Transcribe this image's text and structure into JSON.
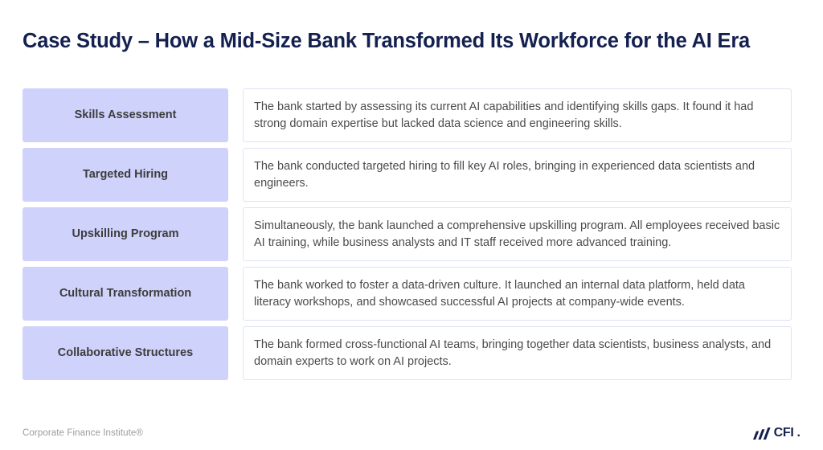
{
  "title": "Case Study – How a Mid-Size Bank Transformed Its Workforce for the AI Era",
  "colors": {
    "title_navy": "#14204F",
    "label_bg": "#CFD2FA",
    "label_text": "#3D3D3D",
    "body_text": "#4B4B4B",
    "body_border": "#DFE2F6",
    "footer_text": "#9B9B9B",
    "page_bg": "#FFFFFF"
  },
  "rows": [
    {
      "label": "Skills Assessment",
      "body": "The bank started by assessing its current AI capabilities and identifying skills gaps. It found it had strong domain expertise but lacked data science and engineering skills."
    },
    {
      "label": "Targeted Hiring",
      "body": "The bank conducted targeted hiring to fill key AI roles, bringing in experienced data scientists and engineers."
    },
    {
      "label": "Upskilling Program",
      "body": "Simultaneously, the bank launched a comprehensive upskilling program. All employees received basic AI training, while business analysts and IT staff received more advanced training."
    },
    {
      "label": "Cultural Transformation",
      "body": "The bank worked to foster a data-driven culture. It launched an internal data platform, held data literacy workshops, and showcased successful AI projects at company-wide events."
    },
    {
      "label": "Collaborative Structures",
      "body": "The bank formed cross-functional AI teams, bringing together data scientists, business analysts, and domain experts to work on AI projects."
    }
  ],
  "footer": {
    "attribution": "Corporate Finance Institute®",
    "logo_word": "CFI",
    "logo_dot": ".",
    "logo_icon": "cfi-bars-icon"
  }
}
